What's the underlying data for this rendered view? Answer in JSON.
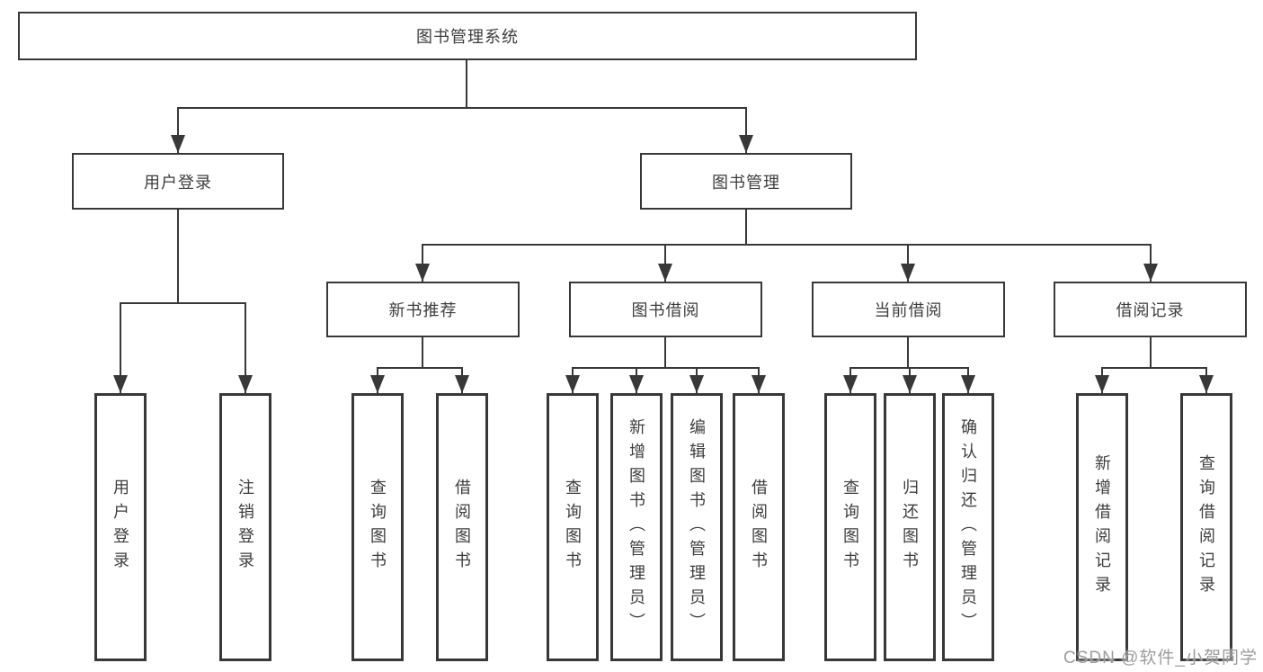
{
  "title": "图书管理系统",
  "watermark": {
    "text": "CSDN @软件_小贺同学",
    "color": "#9c9c9c"
  },
  "colors": {
    "line": "#383838",
    "text": "#3d3d3d",
    "background": "#ffffff"
  },
  "tree": {
    "label": "图书管理系统",
    "children": [
      {
        "label": "用户登录",
        "children": [
          {
            "label": "用户登录"
          },
          {
            "label": "注销登录"
          }
        ]
      },
      {
        "label": "图书管理",
        "children": [
          {
            "label": "新书推荐",
            "children": [
              {
                "label": "查询图书"
              },
              {
                "label": "借阅图书"
              }
            ]
          },
          {
            "label": "图书借阅",
            "children": [
              {
                "label": "查询图书"
              },
              {
                "label": "新增图书（管理员）"
              },
              {
                "label": "编辑图书（管理员）"
              },
              {
                "label": "借阅图书"
              }
            ]
          },
          {
            "label": "当前借阅",
            "children": [
              {
                "label": "查询图书"
              },
              {
                "label": "归还图书"
              },
              {
                "label": "确认归还（管理员）"
              }
            ]
          },
          {
            "label": "借阅记录",
            "children": [
              {
                "label": "新增借阅记录"
              },
              {
                "label": "查询借阅记录"
              }
            ]
          }
        ]
      }
    ]
  }
}
